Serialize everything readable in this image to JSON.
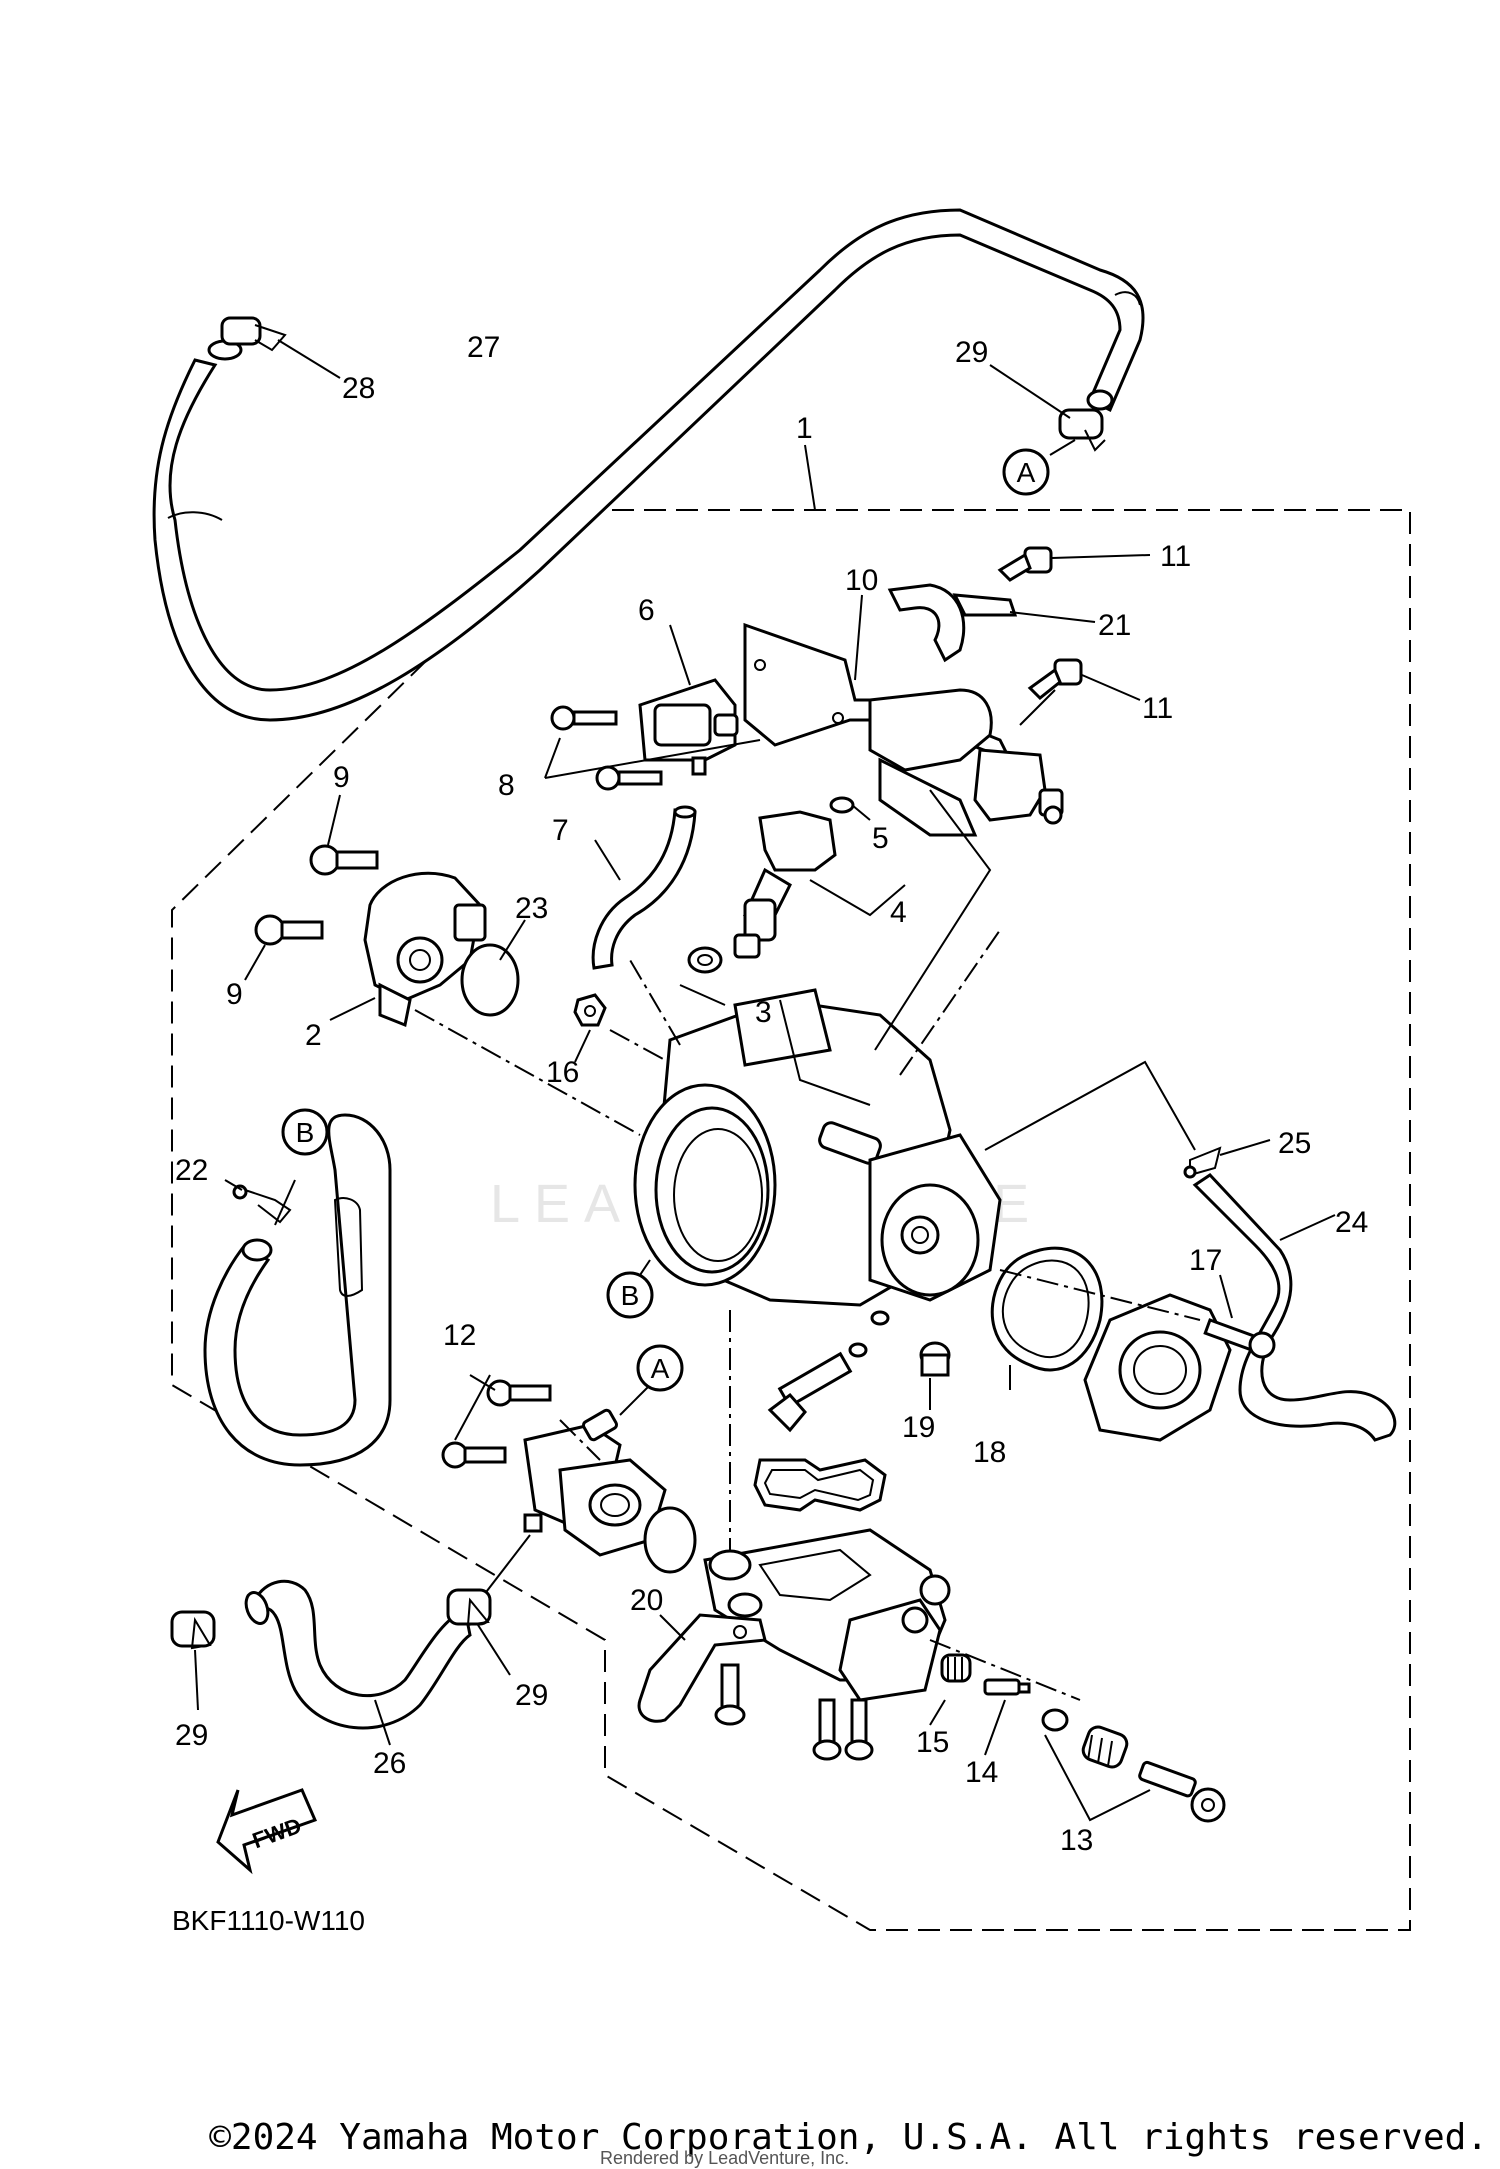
{
  "watermark": "LEADVENTURE",
  "diagram_code": "BKF1110-W110",
  "fwd_label": "FWD",
  "callouts": [
    "1",
    "2",
    "3",
    "4",
    "5",
    "6",
    "7",
    "8",
    "9",
    "9",
    "10",
    "11",
    "11",
    "12",
    "13",
    "14",
    "15",
    "16",
    "17",
    "18",
    "19",
    "20",
    "21",
    "22",
    "23",
    "24",
    "25",
    "26",
    "27",
    "28",
    "29",
    "29",
    "29"
  ],
  "ref_letters": [
    "A",
    "A",
    "B",
    "B"
  ],
  "copyright": "©2024 Yamaha Motor Corporation, U.S.A. All rights reserved.",
  "rendered_by": "Rendered by LeadVenture, Inc."
}
